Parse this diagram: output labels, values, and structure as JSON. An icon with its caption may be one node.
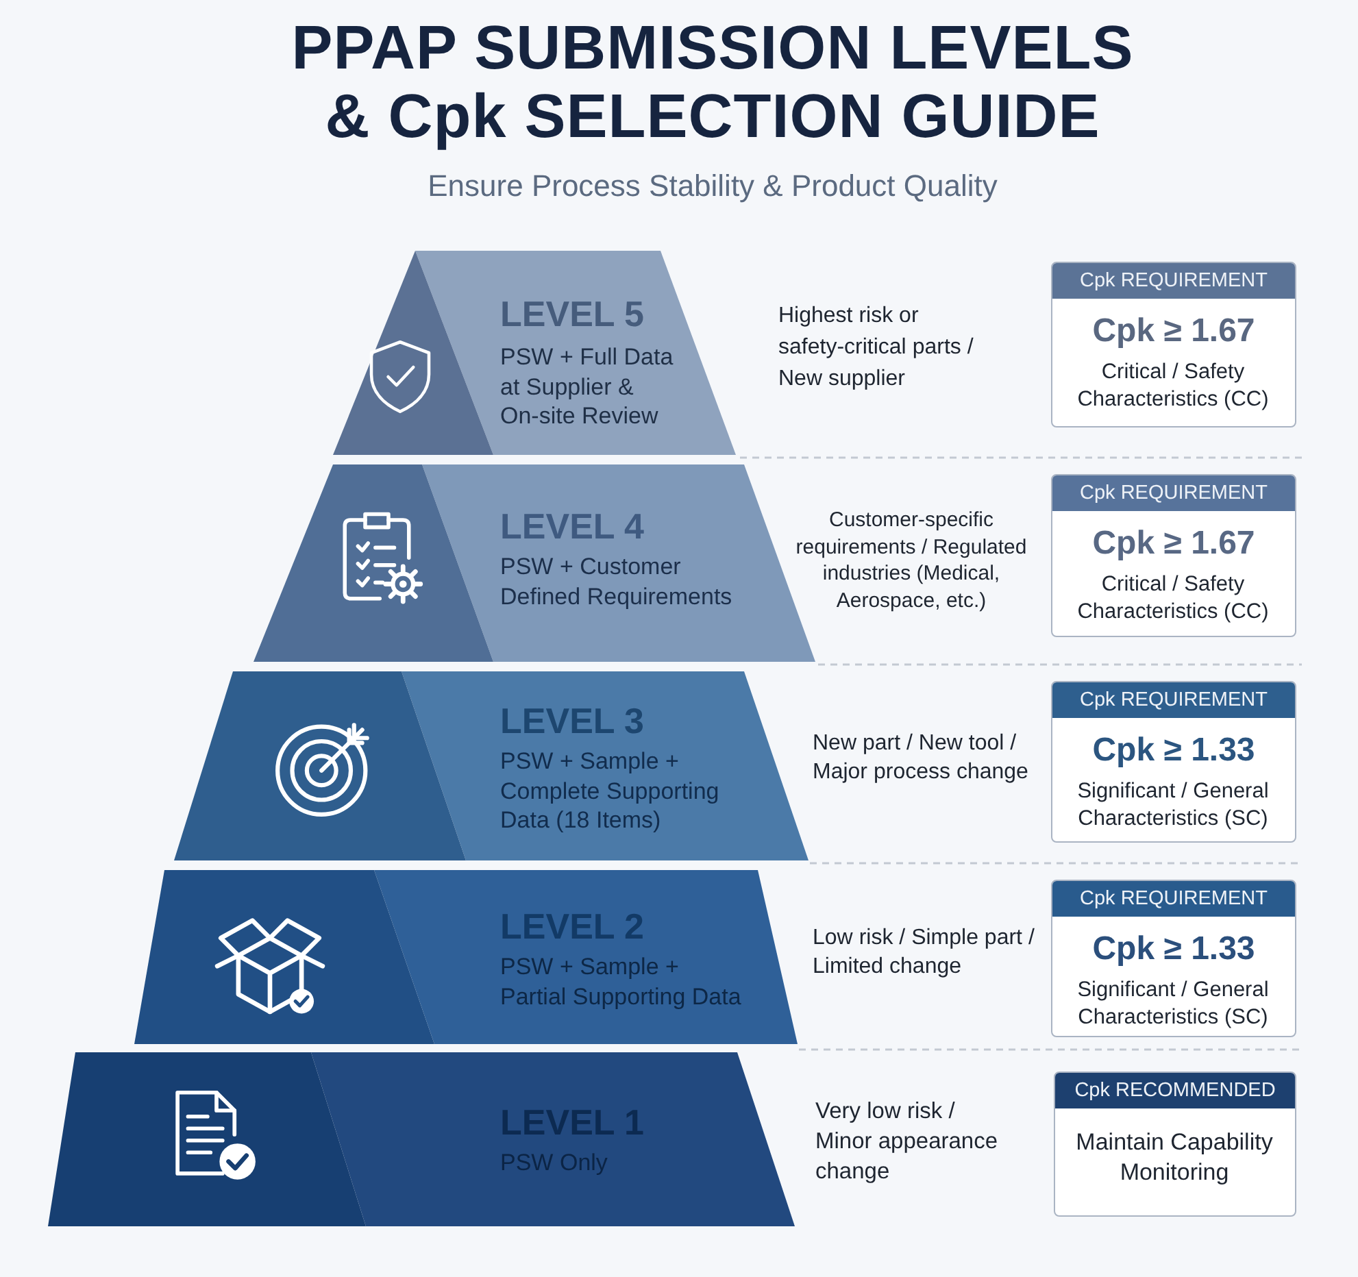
{
  "diagram": {
    "title": "PPAP SUBMISSION LEVELS & Cpk SELECTION GUIDE",
    "nodes": [
      {
        "text": [
          "LEVEL 5",
          "PSW + Full Data at Supplier & On-site Review"
        ],
        "beside": [
          "Highest risk or safety-critical parts / New supplier"
        ]
      },
      {
        "text": [
          "Cpk REQUIREMENT",
          "Cpk ≥ 1.67",
          "Critical / Safety Characteristics (CC)"
        ]
      },
      {
        "text": [
          "LEVEL 4",
          "PSW + Customer Defined Requirements"
        ],
        "beside": [
          "Customer-specific requirements / Regulated industries (Medical, Aerospace, etc.)"
        ]
      },
      {
        "text": [
          "Cpk REQUIREMENT",
          "Cpk ≥ 1.67",
          "Critical / Safety Characteristics (CC)"
        ]
      },
      {
        "text": [
          "LEVEL 3",
          "PSW + Sample + Complete Supporting Data (18 Items)"
        ],
        "beside": [
          "New part / New tool / Major process change"
        ]
      },
      {
        "text": [
          "Cpk REQUIREMENT",
          "Cpk ≥ 1.33",
          "Significant / General Characteristics (SC)"
        ]
      },
      {
        "text": [
          "LEVEL 2",
          "PSW + Sample + Partial Supporting Data"
        ],
        "beside": [
          "Low risk / Simple part / Limited change"
        ]
      },
      {
        "text": [
          "Cpk REQUIREMENT",
          "Cpk ≥ 1.33",
          "Significant / General Characteristics (SC)"
        ]
      },
      {
        "text": [
          "LEVEL 1",
          "PSW Only"
        ],
        "beside": [
          "Very low risk / Minor appearance change"
        ]
      },
      {
        "text": [
          "Cpk RECOMMENDED",
          "Maintain Capability Monitoring"
        ]
      }
    ],
    "labels": [
      "Ensure Process Stability & Product Quality"
    ]
  }
}
